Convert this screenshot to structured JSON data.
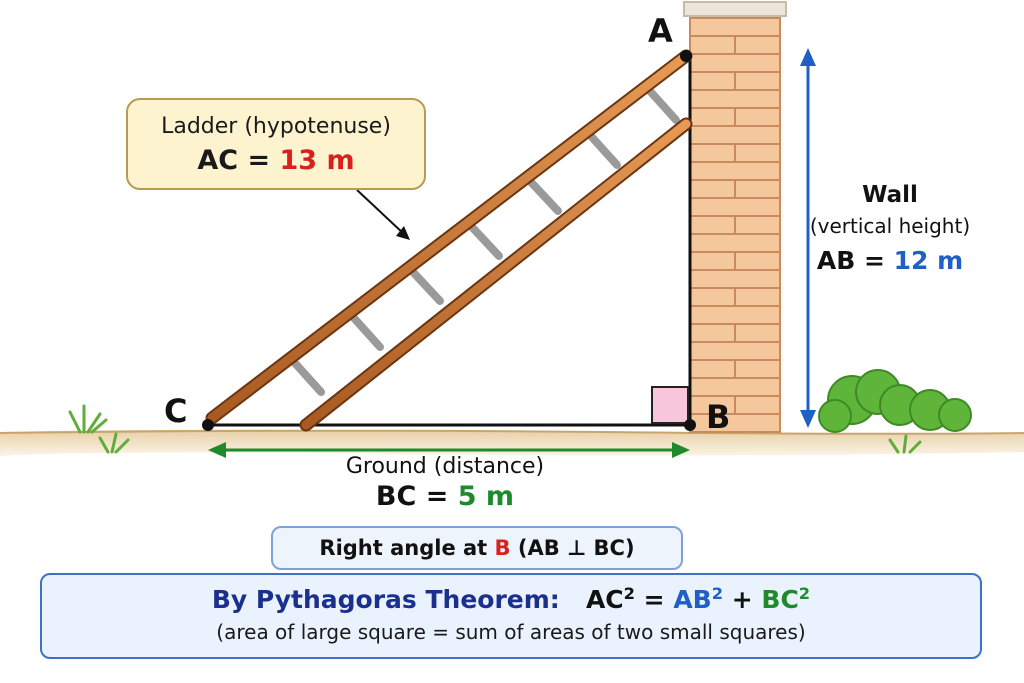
{
  "points": {
    "a": "A",
    "b": "B",
    "c": "C"
  },
  "ladder_callout": {
    "title": "Ladder (hypotenuse)",
    "eq_prefix": "AC = ",
    "value": "13 m"
  },
  "wall": {
    "title": "Wall",
    "subtitle": "(vertical height)",
    "eq_prefix": "AB = ",
    "value": "12 m"
  },
  "ground": {
    "title": "Ground (distance)",
    "eq_prefix": "BC = ",
    "value": "5 m"
  },
  "right_angle": {
    "prefix": "Right angle at ",
    "vertex": "B",
    "suffix": " (AB ⊥ BC)"
  },
  "theorem": {
    "label": "By Pythagoras Theorem:",
    "lhs": "AC",
    "exp": "2",
    "equals": " = ",
    "term1": "AB",
    "plus": " + ",
    "term2": "BC",
    "caption": "(area of large square = sum of areas of two small squares)"
  },
  "colors": {
    "ladder": "#d8211d",
    "wall": "#1f5fc6",
    "ground": "#1f8a2c",
    "theorem_label": "#1b2f8f",
    "brick": "#f3c396",
    "mortar": "#c98a5d"
  }
}
